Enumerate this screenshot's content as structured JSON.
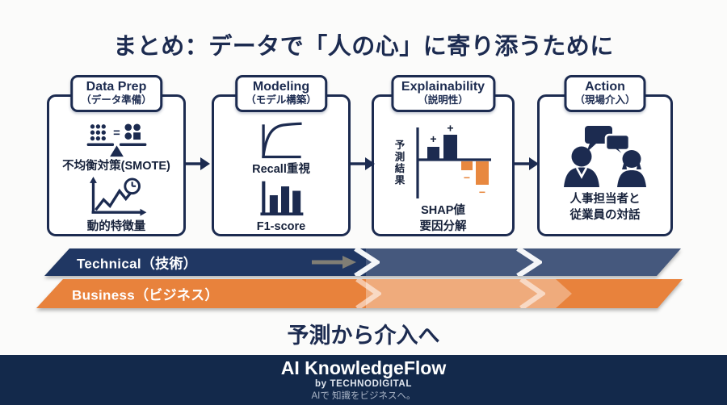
{
  "title": "まとめ：データで「人の心」に寄り添うために",
  "stages": [
    {
      "name_en": "Data Prep",
      "name_ja": "（データ準備）",
      "label1": "不均衡対策(SMOTE)",
      "label2": "動的特徴量"
    },
    {
      "name_en": "Modeling",
      "name_ja": "（モデル構築）",
      "label1": "Recall重視",
      "label2": "F1-score"
    },
    {
      "name_en": "Explainability",
      "name_ja": "（説明性）",
      "axis_label": "予測結果",
      "plus": "+",
      "minus": "−",
      "label1": "SHAP値",
      "label2": "要因分解"
    },
    {
      "name_en": "Action",
      "name_ja": "（現場介入）",
      "label1": "人事担当者と",
      "label2": "従業員の対話"
    }
  ],
  "banners": {
    "technical": "Technical（技術）",
    "business": "Business（ビジネス）"
  },
  "conclusion": "予測から介入へ",
  "footer": {
    "brand": "AI KnowledgeFlow",
    "byline": "by TECHNODIGITAL",
    "tagline": "AIで 知識をビジネスへ。"
  },
  "colors": {
    "navy": "#1c2b50",
    "steel_blue": "#3f5c8a",
    "orange": "#e8823c",
    "orange_light": "#f2b183",
    "footer_bg": "#13294b",
    "arrow_gray": "#8e8878"
  }
}
